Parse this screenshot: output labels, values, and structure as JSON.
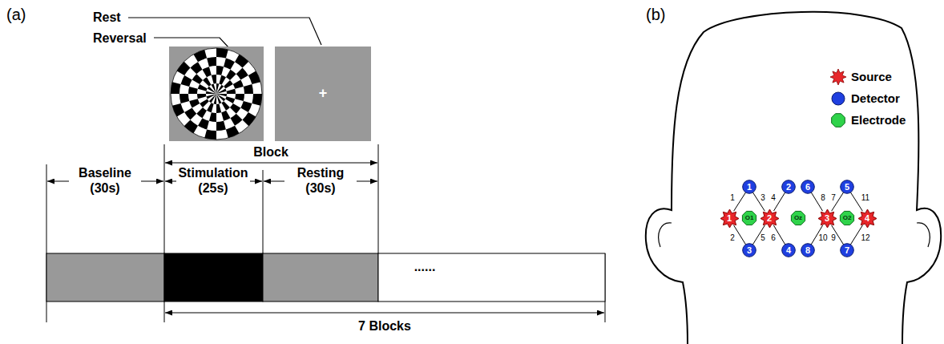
{
  "diagram": {
    "nodes": [
      {
        "text": [
          "1"
        ]
      },
      {
        "text": [
          "2"
        ]
      },
      {
        "text": [
          "6"
        ]
      },
      {
        "text": [
          "5"
        ]
      },
      {
        "text": [
          "1"
        ]
      },
      {
        "text": [
          "O1"
        ]
      },
      {
        "text": [
          "2"
        ]
      },
      {
        "text": [
          "Oz"
        ]
      },
      {
        "text": [
          "3"
        ]
      },
      {
        "text": [
          "O2"
        ]
      },
      {
        "text": [
          "4"
        ]
      },
      {
        "text": [
          "3"
        ]
      },
      {
        "text": [
          "4"
        ]
      },
      {
        "text": [
          "8"
        ]
      },
      {
        "text": [
          "7"
        ]
      }
    ],
    "edges": [
      {
        "from": 4,
        "to": 0,
        "arrow": "none",
        "label": "1"
      },
      {
        "from": 4,
        "to": 11,
        "arrow": "none",
        "label": "2"
      },
      {
        "from": 6,
        "to": 0,
        "arrow": "none",
        "label": "3"
      },
      {
        "from": 6,
        "to": 1,
        "arrow": "none",
        "label": "4"
      },
      {
        "from": 6,
        "to": 11,
        "arrow": "none",
        "label": "5"
      },
      {
        "from": 6,
        "to": 12,
        "arrow": "none",
        "label": "6"
      },
      {
        "from": 8,
        "to": 3,
        "arrow": "none",
        "label": "7"
      },
      {
        "from": 8,
        "to": 2,
        "arrow": "none",
        "label": "8"
      },
      {
        "from": 8,
        "to": 14,
        "arrow": "none",
        "label": "9"
      },
      {
        "from": 8,
        "to": 13,
        "arrow": "none",
        "label": "10"
      },
      {
        "from": 10,
        "to": 3,
        "arrow": "none",
        "label": "11"
      },
      {
        "from": 10,
        "to": 14,
        "arrow": "none",
        "label": "12"
      }
    ],
    "labels": [
      "(a)",
      "Rest",
      "Reversal",
      "+",
      "Block",
      "Baseline (30s)",
      "Stimulation (25s)",
      "Resting (30s)",
      "......",
      "7 Blocks",
      "(b)"
    ],
    "legend": [
      {
        "text": "Source"
      },
      {
        "text": "Detector"
      },
      {
        "text": "Electrode"
      }
    ]
  }
}
